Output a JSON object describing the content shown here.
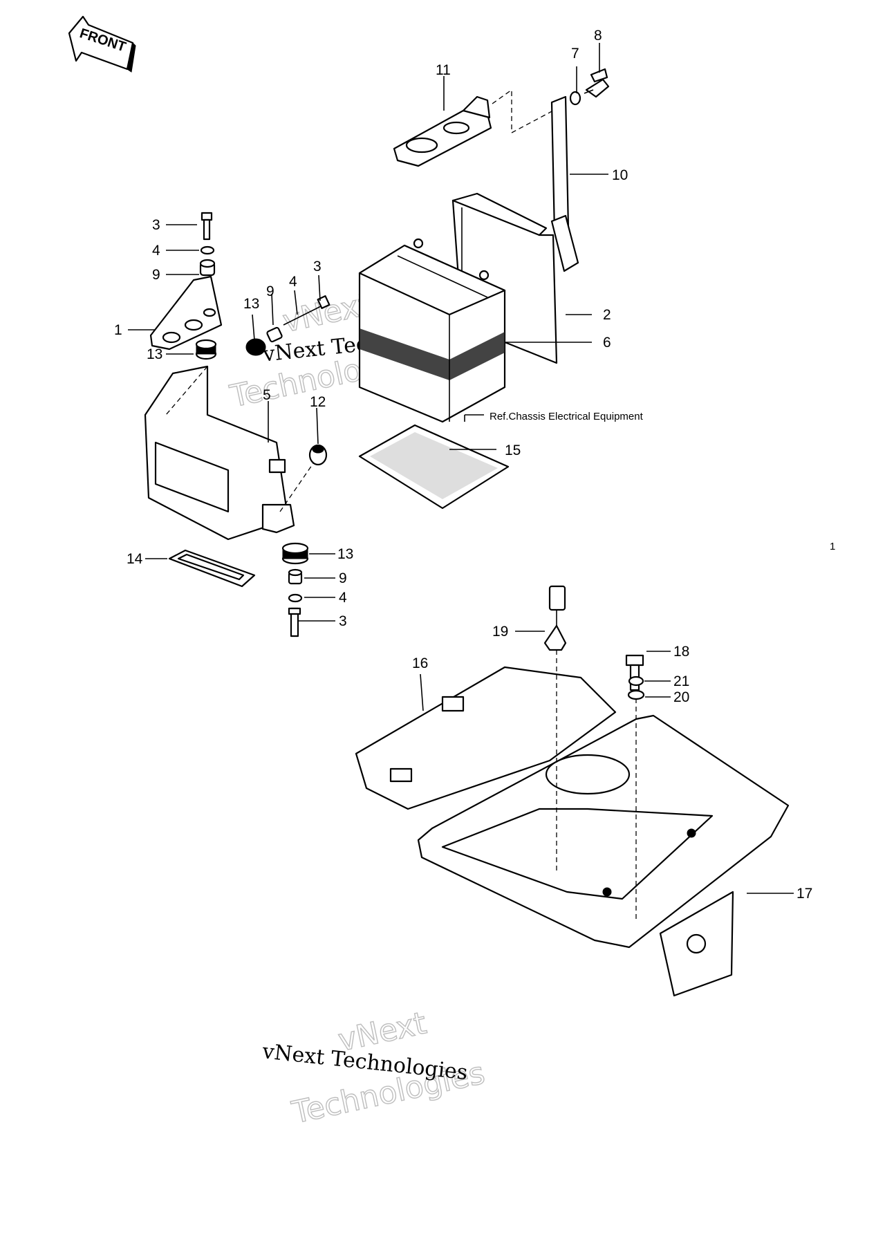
{
  "front_label": "FRONT",
  "reference_note": "Ref.Chassis Electrical Equipment",
  "watermark": {
    "line1": "vNext",
    "line2": "Technologies",
    "full": "vNext Technologies"
  },
  "page_number": "1",
  "callouts": {
    "c1": "1",
    "c2": "2",
    "c3a": "3",
    "c3b": "3",
    "c3c": "3",
    "c4a": "4",
    "c4b": "4",
    "c4c": "4",
    "c5": "5",
    "c6": "6",
    "c7": "7",
    "c8": "8",
    "c9a": "9",
    "c9b": "9",
    "c9c": "9",
    "c10": "10",
    "c11": "11",
    "c12": "12",
    "c13a": "13",
    "c13b": "13",
    "c13c": "13",
    "c14": "14",
    "c15": "15",
    "c16": "16",
    "c17": "17",
    "c18": "18",
    "c19": "19",
    "c20": "20",
    "c21": "21"
  },
  "icons": [
    "front-arrow-icon"
  ]
}
